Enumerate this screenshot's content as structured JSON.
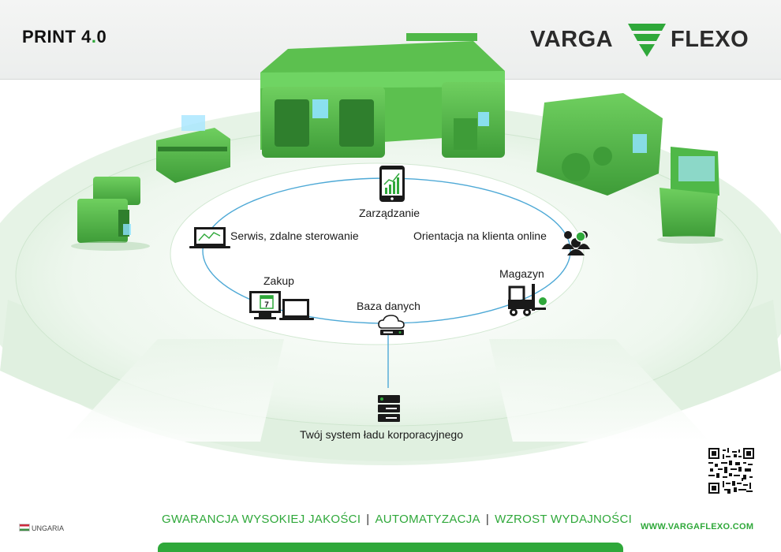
{
  "header": {
    "title_main": "PRINT 4",
    "title_dot": ".",
    "title_suffix": "0",
    "logo_left": "VARGA",
    "logo_right": "FLEXO"
  },
  "nodes": {
    "management": "Zarządzanie",
    "service": "Serwis, zdalne sterowanie",
    "customer": "Orientacja na klienta online",
    "purchase": "Zakup",
    "calendar_day": "7",
    "database": "Baza danych",
    "warehouse": "Magazyn",
    "corporate": "Twój system ładu korporacyjnego"
  },
  "footer": {
    "tag1": "GWARANCJA WYSOKIEJ JAKOŚCI",
    "sep1": "|",
    "tag2": "AUTOMATYZACJA",
    "sep2": "|",
    "tag3": "WZROST WYDAJNOŚCI",
    "country": "UNGARIA",
    "website": "WWW.VARGAFLEXO.COM"
  },
  "colors": {
    "brand_green": "#2fa83a",
    "machine_green": "#4fb848",
    "link_blue": "#4ea9d6",
    "disc_green": "#dcefdc"
  }
}
